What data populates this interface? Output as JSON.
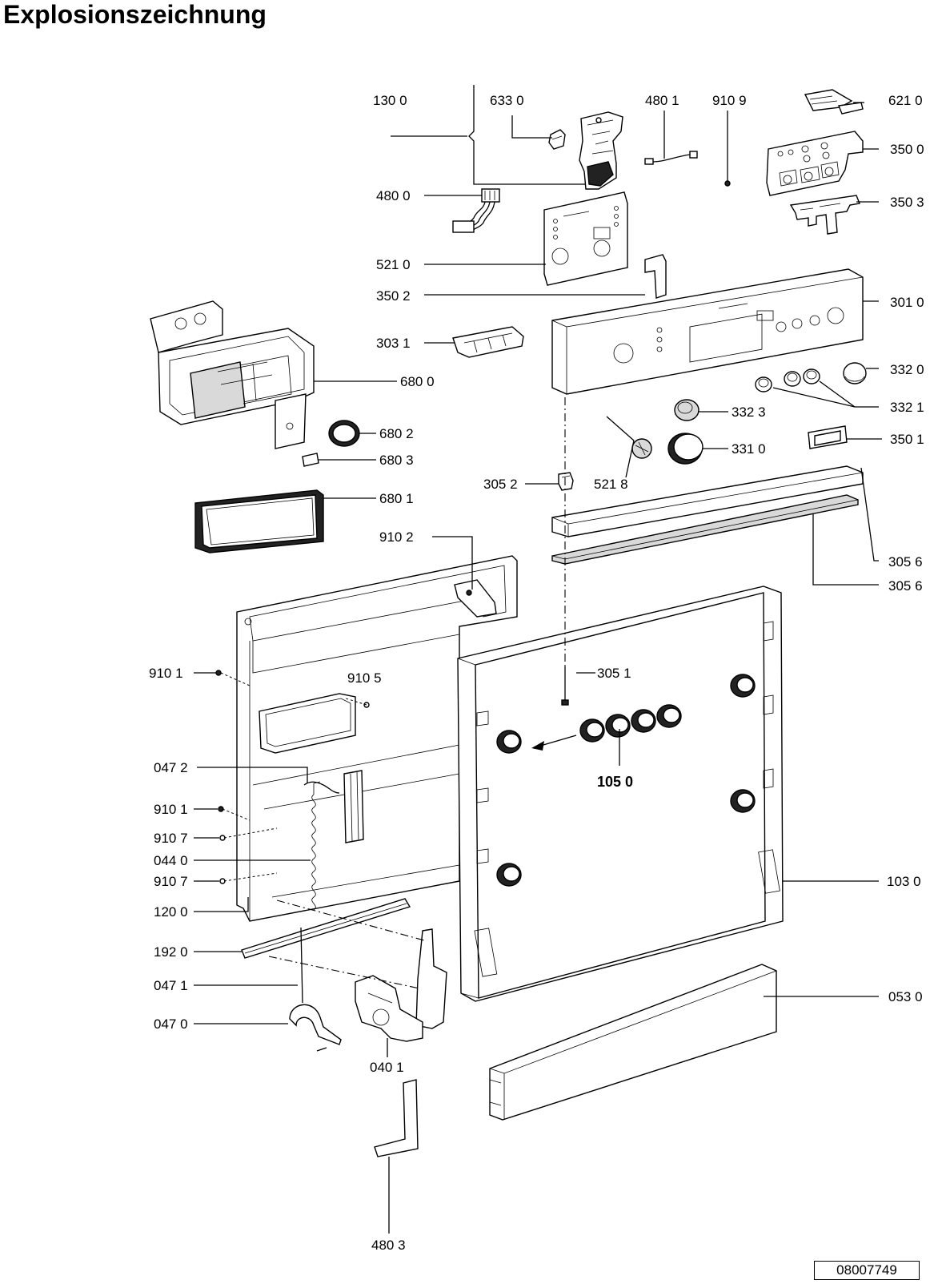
{
  "title": "Explosionszeichnung",
  "doc_number": "08007749",
  "parts": {
    "p1300": "130 0",
    "p6330": "633 0",
    "p4801": "480 1",
    "p9109": "910 9",
    "p6210": "621 0",
    "p3500": "350 0",
    "p3503": "350 3",
    "p4800": "480 0",
    "p5210": "521 0",
    "p3502": "350 2",
    "p3010": "301 0",
    "p3031": "303 1",
    "p6800": "680 0",
    "p3320": "332 0",
    "p3321": "332 1",
    "p3323": "332 3",
    "p6802": "680 2",
    "p6803": "680 3",
    "p3310": "331 0",
    "p3501": "350 1",
    "p3052": "305 2",
    "p5218": "521 8",
    "p6801": "680 1",
    "p9102": "910 2",
    "p3056a": "305 6",
    "p3056b": "305 6",
    "p9101a": "910 1",
    "p9105": "910 5",
    "p3051": "305 1",
    "p0472": "047 2",
    "p1050": "105 0",
    "p9101b": "910 1",
    "p9107a": "910 7",
    "p0440": "044 0",
    "p9107b": "910 7",
    "p1030": "103 0",
    "p1200": "120 0",
    "p1920": "192 0",
    "p0471": "047 1",
    "p0530": "053 0",
    "p0470": "047 0",
    "p0401": "040 1",
    "p4803": "480 3"
  }
}
